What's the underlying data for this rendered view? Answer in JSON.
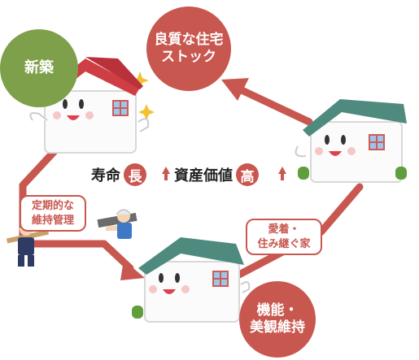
{
  "nodes": {
    "shinchiku": "新築",
    "stock_line1": "良質な住宅",
    "stock_line2": "ストック",
    "kinou_line1": "機能・",
    "kinou_line2": "美観維持"
  },
  "tags": {
    "maintenance_line1": "定期的な",
    "maintenance_line2": "維持管理",
    "inherit_line1": "愛着・",
    "inherit_line2": "住み継ぐ家"
  },
  "center": {
    "lifespan": "寿命",
    "lifespan_badge": "長",
    "value": "資産価値",
    "value_badge": "高"
  },
  "colors": {
    "accent_red": "#c8574f",
    "green": "#7fa04a",
    "roof_red": "#cf3d45",
    "roof_teal": "#4e8a7e"
  }
}
